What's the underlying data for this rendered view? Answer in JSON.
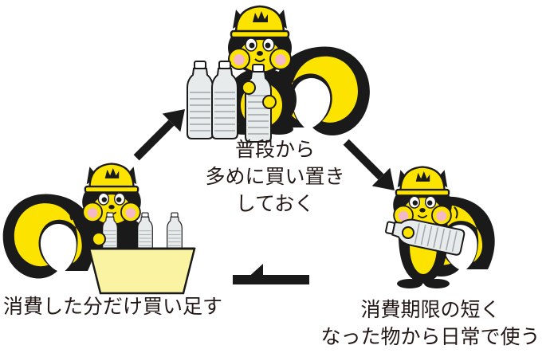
{
  "colors": {
    "squirrel_yellow": "#FCE300",
    "outline": "#1A1A1A",
    "cheek_pink": "#F4B9C8",
    "bottle_gray": "#E8EBEC",
    "box_yellow": "#FAF3A2",
    "text": "#231815"
  },
  "steps": {
    "stockpile": {
      "lines": [
        "普段から",
        "多めに買い置き",
        "しておく"
      ]
    },
    "consume": {
      "lines": [
        "消費期限の短く",
        "なった物から日常で使う"
      ]
    },
    "replenish": {
      "lines": [
        "消費した分だけ買い足す"
      ]
    }
  },
  "icons": {
    "cycle_arrow": "arrow-icon",
    "mascot": "squirrel-mascot-icon",
    "bottle": "water-bottle-icon"
  }
}
